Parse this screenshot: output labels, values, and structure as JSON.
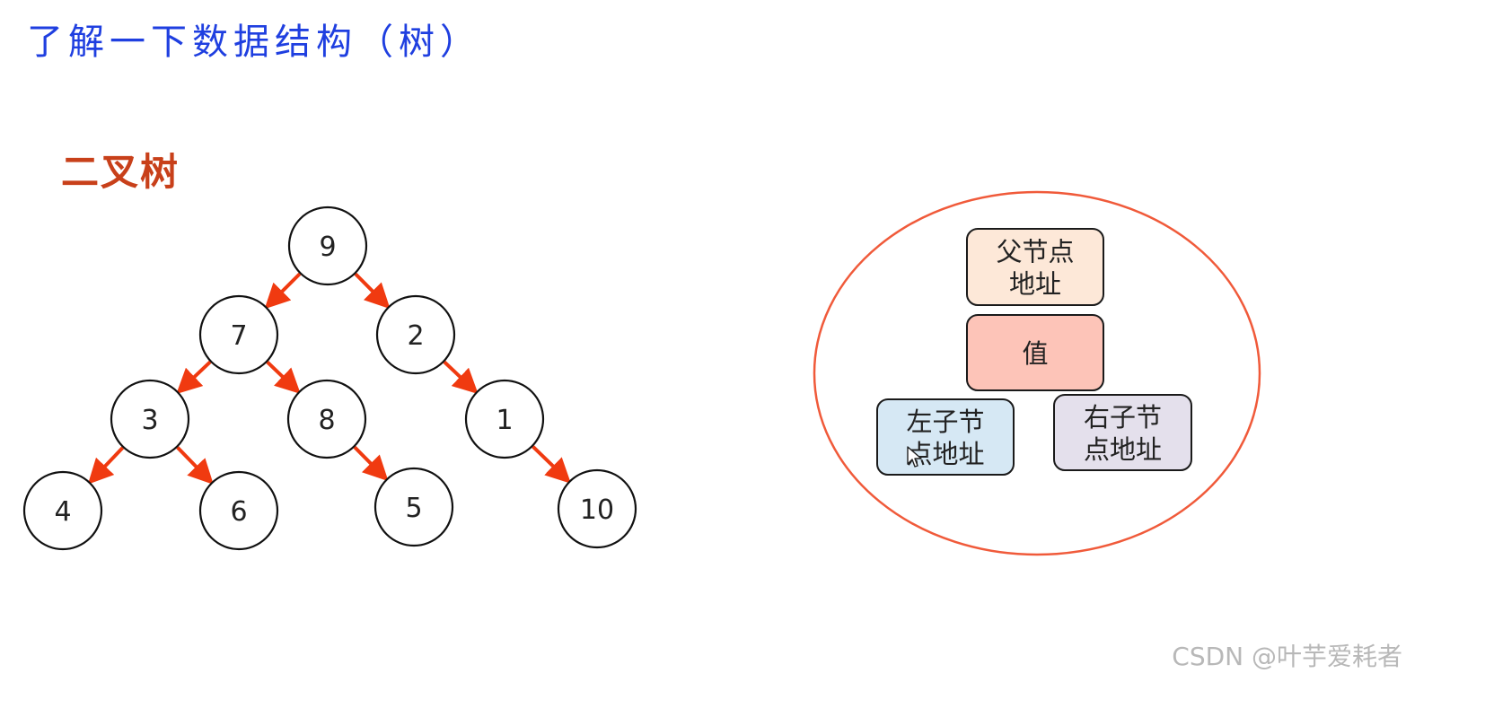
{
  "page": {
    "title": "了解一下数据结构（树）",
    "section_title": "二叉树",
    "watermark": "CSDN @叶芋爱耗者"
  },
  "tree": {
    "nodes": [
      {
        "id": "n9",
        "label": "9"
      },
      {
        "id": "n7",
        "label": "7"
      },
      {
        "id": "n2",
        "label": "2"
      },
      {
        "id": "n3",
        "label": "3"
      },
      {
        "id": "n8",
        "label": "8"
      },
      {
        "id": "n1",
        "label": "1"
      },
      {
        "id": "n4",
        "label": "4"
      },
      {
        "id": "n6",
        "label": "6"
      },
      {
        "id": "n5",
        "label": "5"
      },
      {
        "id": "n10",
        "label": "10"
      }
    ],
    "edges": [
      {
        "from": "n9",
        "to": "n7"
      },
      {
        "from": "n9",
        "to": "n2"
      },
      {
        "from": "n7",
        "to": "n3"
      },
      {
        "from": "n7",
        "to": "n8"
      },
      {
        "from": "n2",
        "to": "n1"
      },
      {
        "from": "n3",
        "to": "n4"
      },
      {
        "from": "n3",
        "to": "n6"
      },
      {
        "from": "n8",
        "to": "n5"
      },
      {
        "from": "n1",
        "to": "n10"
      }
    ],
    "edge_color": "#f03a10"
  },
  "node_structure": {
    "ring_color": "#f05a3a",
    "boxes": [
      {
        "id": "parent",
        "lines": [
          "父节点",
          "地址"
        ],
        "fill": "#fde8d8"
      },
      {
        "id": "value",
        "lines": [
          "值"
        ],
        "fill": "#fdc4b8"
      },
      {
        "id": "left",
        "lines": [
          "左子节",
          "点地址"
        ],
        "fill": "#d6e8f4"
      },
      {
        "id": "right",
        "lines": [
          "右子节",
          "点地址"
        ],
        "fill": "#e4e0ec"
      }
    ]
  }
}
